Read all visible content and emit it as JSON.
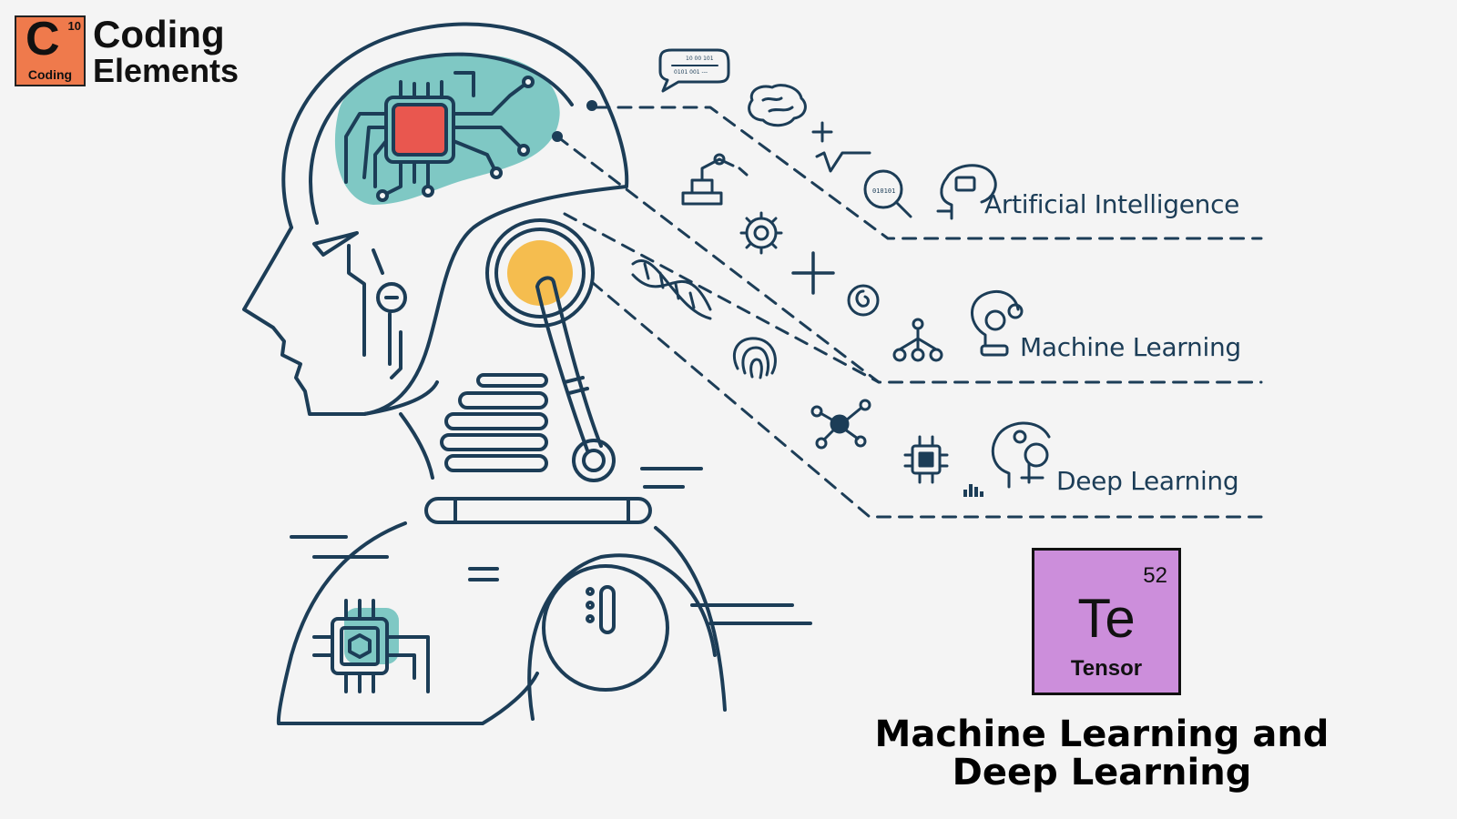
{
  "logo": {
    "letter": "C",
    "number": "10",
    "small": "Coding",
    "line1": "Coding",
    "line2": "Elements"
  },
  "diagram": {
    "labels": {
      "ai": "Artificial Intelligence",
      "ml": "Machine Learning",
      "dl": "Deep Learning"
    },
    "chat_bubble": {
      "line1": "10 00 101",
      "line2": "0101 001 ---"
    },
    "magnifier_text": "010101",
    "colors": {
      "stroke": "#1c3d57",
      "teal": "#7fc8c4",
      "red_chip": "#e9574f",
      "yellow": "#f5bd4f"
    }
  },
  "element": {
    "number": "52",
    "symbol": "Te",
    "name": "Tensor",
    "color": "#cc8edb"
  },
  "title": {
    "line1": "Machine Learning and",
    "line2": "Deep Learning"
  }
}
